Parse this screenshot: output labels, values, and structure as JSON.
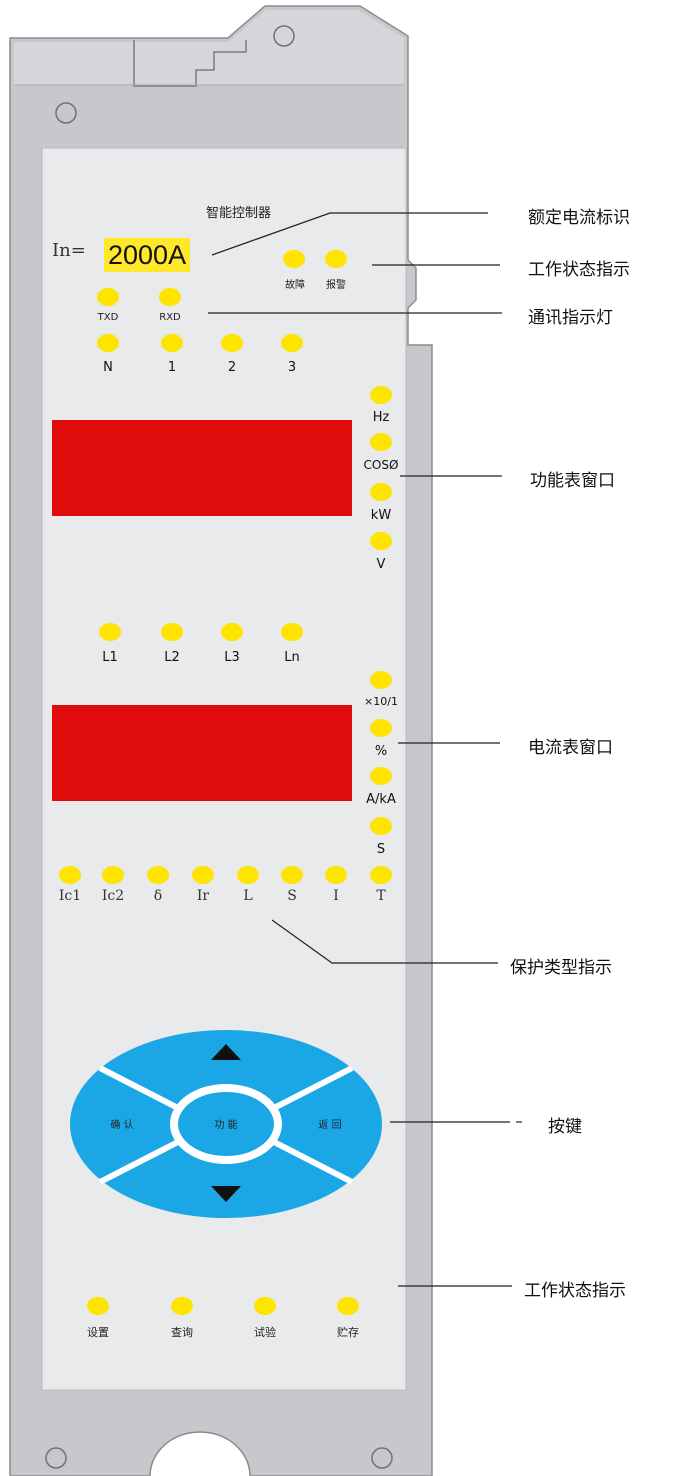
{
  "device": {
    "title": "智能控制器",
    "in_prefix": "In=",
    "rated_current": "2000A"
  },
  "comm": {
    "txd": "TXD",
    "rxd": "RXD"
  },
  "status_top": {
    "fault": "故障",
    "alarm": "报警"
  },
  "phase_top": [
    "N",
    "1",
    "2",
    "3"
  ],
  "function_units": [
    "Hz",
    "COSØ",
    "kW",
    "V"
  ],
  "line_labels": [
    "L1",
    "L2",
    "L3",
    "Ln"
  ],
  "current_units": [
    "×10/1",
    "%",
    "A/kA",
    "S"
  ],
  "protection_labels": [
    "Ic1",
    "Ic2",
    "δ",
    "Ir",
    "L",
    "S",
    "I",
    "T"
  ],
  "keys": {
    "confirm": "确 认",
    "function": "功 能",
    "return": "返 回"
  },
  "status_bottom": [
    "设置",
    "查询",
    "试验",
    "贮存"
  ],
  "annotations": {
    "rated_current": "额定电流标识",
    "work_status_top": "工作状态指示",
    "comm_indicator": "通讯指示灯",
    "function_window": "功能表窗口",
    "current_window": "电流表窗口",
    "protection_type": "保护类型指示",
    "keypad": "按键",
    "work_status_bottom": "工作状态指示"
  },
  "colors": {
    "led": "#ffe400",
    "display": "#e00c0c",
    "keypad": "#1ba7e6",
    "panel": "#e9eaec",
    "body": "#c6c8cc"
  }
}
